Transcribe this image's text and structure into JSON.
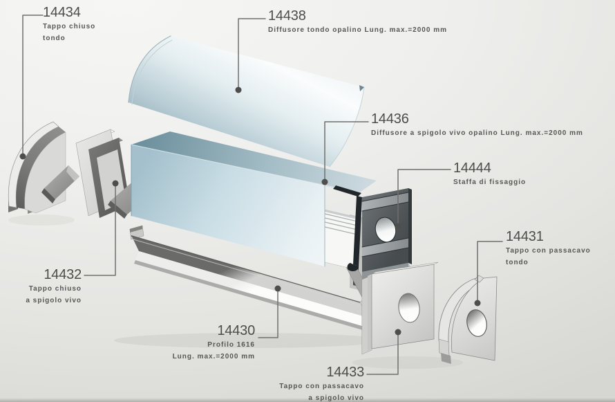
{
  "diagram": {
    "kind": "exploded-view parts diagram",
    "language": "Italian"
  },
  "colors": {
    "background_light": "#f6f6f4",
    "background_edge": "#d6d6d3",
    "leader_line": "#6f6f6d",
    "leader_dot": "#4e4e4c",
    "number_text": "#4c4c4a",
    "desc_text": "#565654",
    "diffuser_round_blue": "#8aa4af",
    "cover_top_blue": "#6e919e",
    "cover_front_blue": "#c9dde5",
    "cover_end_dark": "#20262a",
    "aluminium_profile": "#c9c9c7",
    "bracket_dark": "#575c5f",
    "cap_light_grey": "#dadad8",
    "cap_dark_grey": "#737371"
  },
  "labels": [
    {
      "number": "14434",
      "desc_lines": [
        "Tappo chiuso",
        "tondo"
      ]
    },
    {
      "number": "14438",
      "desc_lines": [
        "Diffusore tondo opalino Lung. max.=2000 mm"
      ]
    },
    {
      "number": "14436",
      "desc_lines": [
        "Diffusore a spigolo vivo opalino Lung. max.=2000 mm"
      ]
    },
    {
      "number": "14444",
      "desc_lines": [
        "Staffa di fissaggio"
      ]
    },
    {
      "number": "14431",
      "desc_lines": [
        "Tappo con passacavo",
        "tondo"
      ]
    },
    {
      "number": "14432",
      "desc_lines": [
        "Tappo chiuso",
        "a spigolo vivo"
      ]
    },
    {
      "number": "14430",
      "desc_lines": [
        "Profilo 1616",
        "Lung. max.=2000 mm"
      ]
    },
    {
      "number": "14433",
      "desc_lines": [
        "Tappo con passacavo",
        "a spigolo vivo"
      ]
    }
  ]
}
